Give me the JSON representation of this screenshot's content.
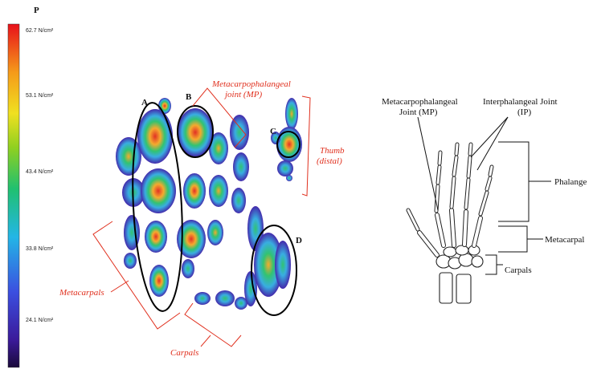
{
  "colorbar": {
    "title": "P",
    "ticks": [
      "62.7 N/cm²",
      "53.1 N/cm²",
      "43.4 N/cm²",
      "33.8 N/cm²",
      "24.1 N/cm²"
    ]
  },
  "pressure_map": {
    "region_labels": [
      "A",
      "B",
      "C",
      "D"
    ],
    "annotations": {
      "mp_joint_line1": "Metacarpophalangeal",
      "mp_joint_line2": "joint (MP)",
      "thumb_line1": "Thumb",
      "thumb_line2": "(distal)",
      "metacarpals": "Metacarpals",
      "carpals": "Carpals"
    },
    "colors": {
      "annotation_red": "#e0301e",
      "high": "#e0261a",
      "upper": "#f5a623",
      "mid": "#27c06a",
      "low": "#2fa9e0",
      "lowest": "#3a1fa8"
    }
  },
  "anatomy": {
    "mp_joint_line1": "Metacarpophalangeal",
    "mp_joint_line2": "Joint (MP)",
    "ip_joint_line1": "Interphalangeal Joint",
    "ip_joint_line2": "(IP)",
    "phalange": "Phalange",
    "metacarpal": "Metacarpal",
    "carpals": "Carpals"
  }
}
